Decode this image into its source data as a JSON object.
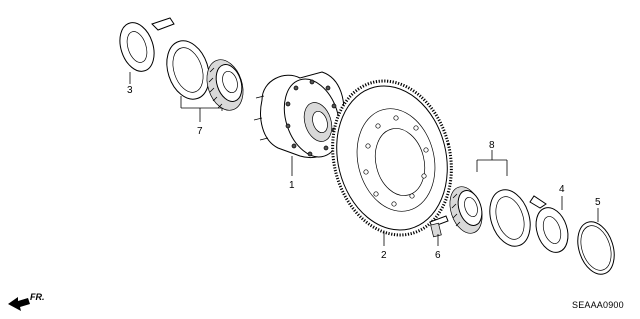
{
  "labels": {
    "p1": "1",
    "p2": "2",
    "p3": "3",
    "p4": "4",
    "p5": "5",
    "p6": "6",
    "p7": "7",
    "p8": "8"
  },
  "direction_label": "FR.",
  "diagram_code": "SEAAA0900"
}
